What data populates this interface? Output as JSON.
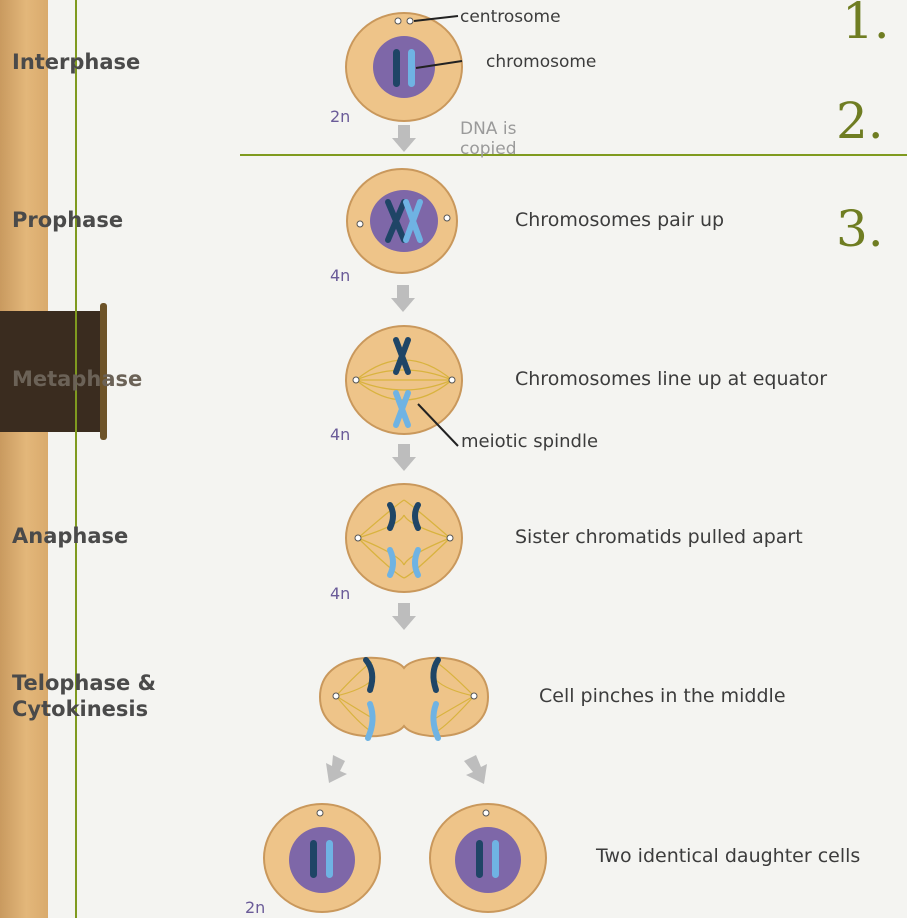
{
  "phases": {
    "interphase": "Interphase",
    "prophase": "Prophase",
    "metaphase": "Metaphase",
    "anaphase": "Anaphase",
    "telophase": "Telophase &\nCytokinesis"
  },
  "labels": {
    "centrosome": "centrosome",
    "chromosome": "chromosome",
    "dna_copied": "DNA is\ncopied",
    "prophase_desc": "Chromosomes pair up",
    "metaphase_desc": "Chromosomes line up at equator",
    "spindle": "meiotic spindle",
    "anaphase_desc": "Sister chromatids pulled apart",
    "telophase_desc": "Cell pinches in the middle",
    "daughter_desc": "Two identical daughter cells"
  },
  "ploidy": {
    "interphase": "2n",
    "prophase": "4n",
    "metaphase": "4n",
    "anaphase": "4n",
    "daughter": "2n"
  },
  "slide_list": [
    "1.",
    "2.",
    "3."
  ],
  "colors": {
    "cell_fill": "#eec489",
    "cell_stroke": "#c9985c",
    "nucleus": "#7e67a8",
    "chromosome_dark": "#1f4566",
    "chromosome_light": "#6fb3e3",
    "spindle": "#d9b33f",
    "accent_line": "#7f9a1f"
  }
}
